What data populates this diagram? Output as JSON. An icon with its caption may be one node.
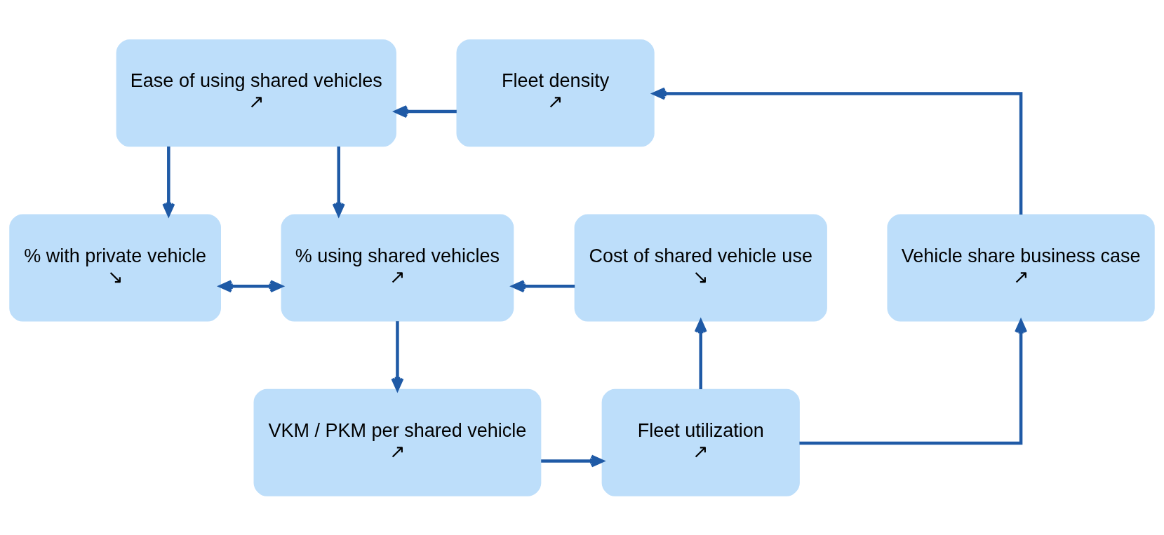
{
  "diagram": {
    "nodes": [
      {
        "text": [
          "Ease of using shared vehicles",
          "↗"
        ]
      },
      {
        "text": [
          "Fleet density",
          "↗"
        ]
      },
      {
        "text": [
          "% with private vehicle",
          "↘"
        ]
      },
      {
        "text": [
          "% using shared vehicles",
          "↗"
        ]
      },
      {
        "text": [
          "Cost of shared vehicle use",
          "↘"
        ]
      },
      {
        "text": [
          "Vehicle share business case",
          "↗"
        ]
      },
      {
        "text": [
          "VKM / PKM per shared vehicle",
          "↗"
        ]
      },
      {
        "text": [
          "Fleet utilization",
          "↗"
        ]
      }
    ],
    "edges": [
      {
        "from": 1,
        "to": 0,
        "arrow": "to"
      },
      {
        "from": 0,
        "to": 2,
        "arrow": "to"
      },
      {
        "from": 0,
        "to": 3,
        "arrow": "to"
      },
      {
        "from": 2,
        "to": 3,
        "arrow": "both"
      },
      {
        "from": 4,
        "to": 3,
        "arrow": "to"
      },
      {
        "from": 3,
        "to": 6,
        "arrow": "to"
      },
      {
        "from": 6,
        "to": 7,
        "arrow": "to"
      },
      {
        "from": 7,
        "to": 4,
        "arrow": "to"
      },
      {
        "from": 7,
        "to": 5,
        "arrow": "to"
      },
      {
        "from": 5,
        "to": 1,
        "arrow": "to"
      }
    ]
  }
}
